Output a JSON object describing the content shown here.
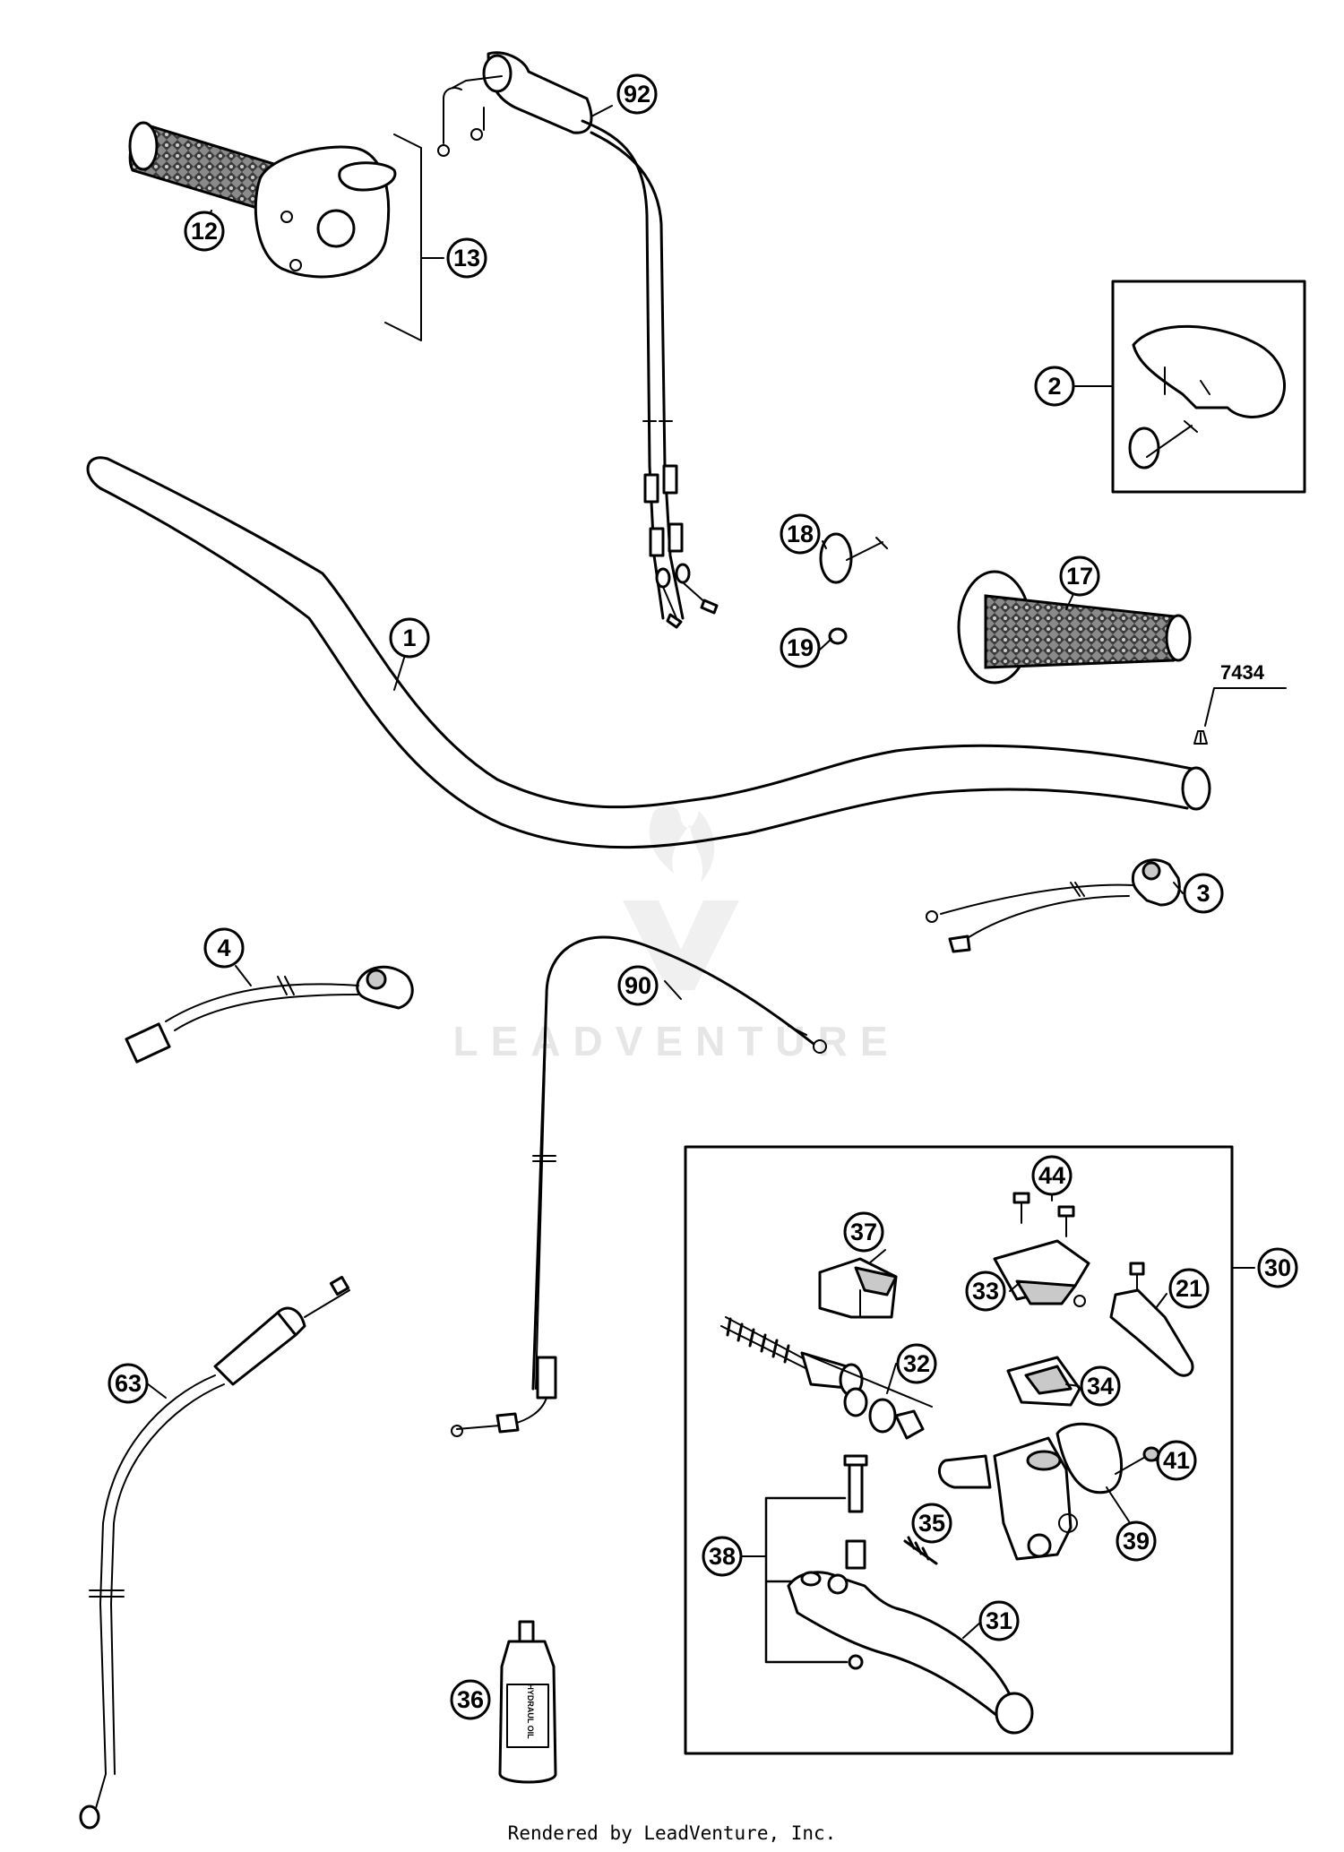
{
  "callouts": [
    {
      "id": "c12",
      "label": "12"
    },
    {
      "id": "c13",
      "label": "13"
    },
    {
      "id": "c92",
      "label": "92"
    },
    {
      "id": "c2",
      "label": "2"
    },
    {
      "id": "c18",
      "label": "18"
    },
    {
      "id": "c19",
      "label": "19"
    },
    {
      "id": "c17",
      "label": "17"
    },
    {
      "id": "c1",
      "label": "1"
    },
    {
      "id": "c3",
      "label": "3"
    },
    {
      "id": "c4",
      "label": "4"
    },
    {
      "id": "c90",
      "label": "90"
    },
    {
      "id": "c44",
      "label": "44"
    },
    {
      "id": "c37",
      "label": "37"
    },
    {
      "id": "c30",
      "label": "30"
    },
    {
      "id": "c33",
      "label": "33"
    },
    {
      "id": "c21",
      "label": "21"
    },
    {
      "id": "c32",
      "label": "32"
    },
    {
      "id": "c34",
      "label": "34"
    },
    {
      "id": "c63",
      "label": "63"
    },
    {
      "id": "c41",
      "label": "41"
    },
    {
      "id": "c39",
      "label": "39"
    },
    {
      "id": "c38",
      "label": "38"
    },
    {
      "id": "c35",
      "label": "35"
    },
    {
      "id": "c31",
      "label": "31"
    },
    {
      "id": "c36",
      "label": "36"
    }
  ],
  "part_code": "7434",
  "watermark": "LEADVENTURE",
  "credit": "Rendered by LeadVenture, Inc.",
  "bottle_label": "HYDRAUL OIL"
}
